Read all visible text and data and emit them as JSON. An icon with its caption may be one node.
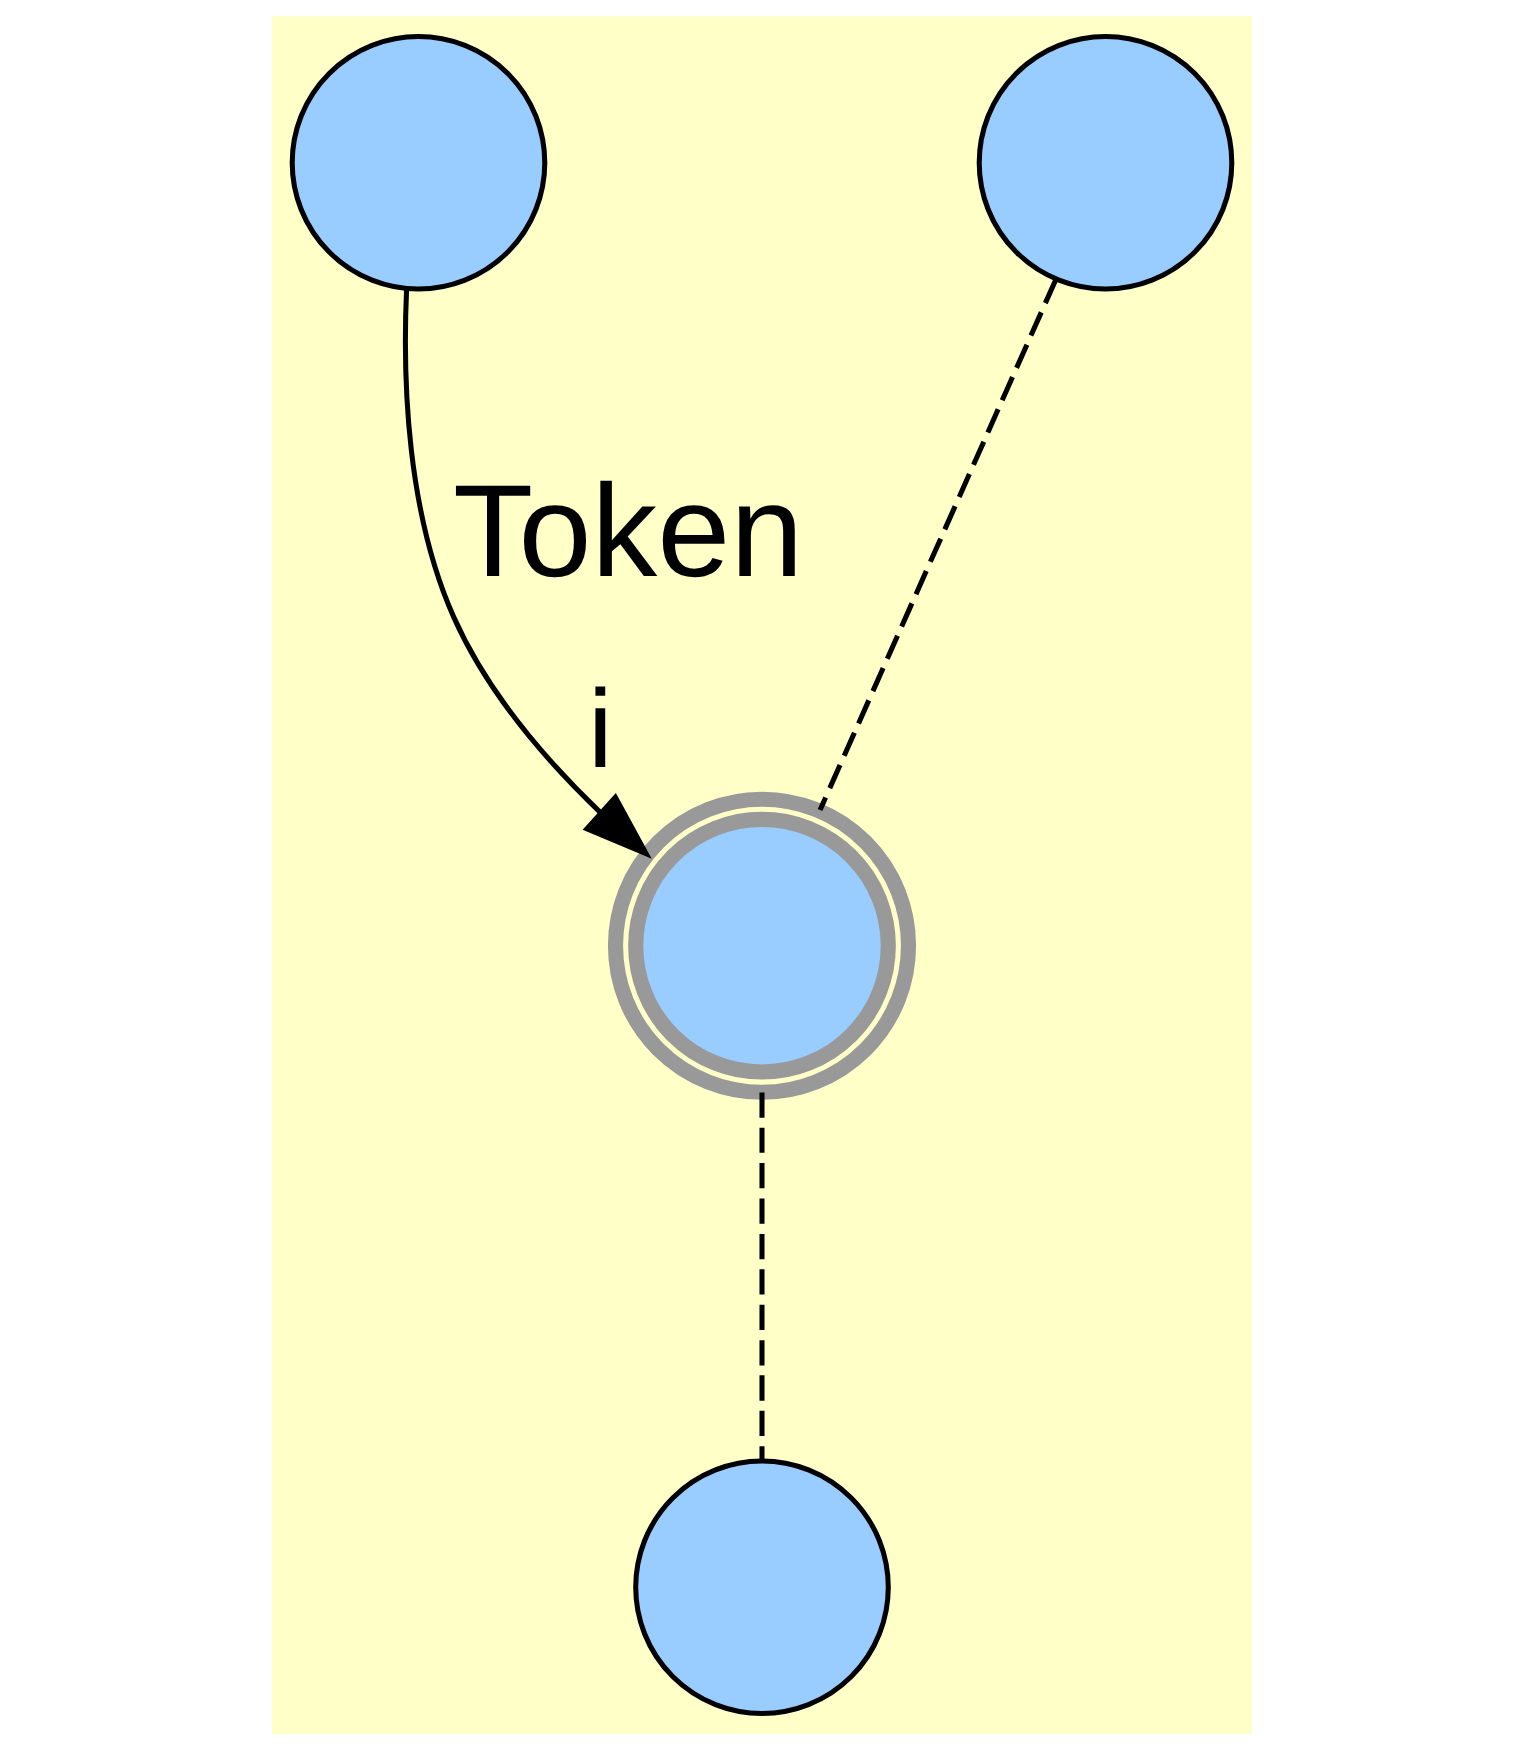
{
  "diagram": {
    "nodes": [
      {
        "text": [],
        "shape": "circle"
      },
      {
        "text": [],
        "shape": "circle"
      },
      {
        "text": [],
        "shape": "circle",
        "beside": [
          "i"
        ]
      },
      {
        "text": [],
        "shape": "circle"
      }
    ],
    "edges": [
      {
        "from": 1,
        "to": 2,
        "arrow": "none",
        "style": "dashed"
      },
      {
        "from": 2,
        "to": 3,
        "arrow": "none",
        "style": "dashed"
      },
      {
        "from": 0,
        "to": 2,
        "arrow": "to",
        "label": "Token"
      }
    ]
  }
}
